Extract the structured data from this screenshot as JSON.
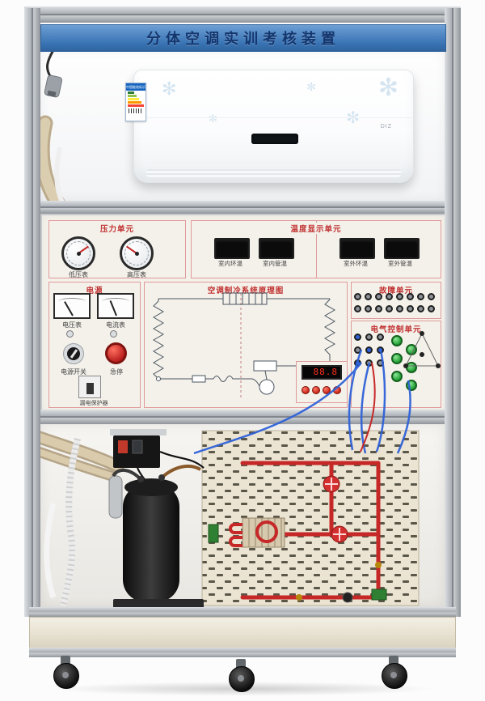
{
  "banner": {
    "title": "分体空调实训考核装置"
  },
  "ac_unit": {
    "brand_text": "DIZ",
    "energy_label_title": "中国能效标识"
  },
  "pressure_unit": {
    "title": "压力单元",
    "gauges": [
      {
        "label": "低压表"
      },
      {
        "label": "高压表"
      }
    ]
  },
  "temperature_unit": {
    "title": "温度显示单元",
    "displays": [
      {
        "label": "室内环温"
      },
      {
        "label": "室内管温"
      },
      {
        "label": "室外环温"
      },
      {
        "label": "室外管温"
      }
    ]
  },
  "power_unit": {
    "title": "电源",
    "meters": [
      {
        "label": "电压表"
      },
      {
        "label": "电流表"
      }
    ],
    "switch_label": "电源开关",
    "estop_label": "急停",
    "breaker_label": "漏电保护器"
  },
  "schematic_unit": {
    "title": "空调制冷系统原理图"
  },
  "fault_unit": {
    "title": "故障单元"
  },
  "control_unit": {
    "title": "电气控制单元",
    "display_value": "88.8"
  },
  "colors": {
    "accent_red": "#c03030",
    "banner_blue": "#3a74b4",
    "pipe_red": "#c62828",
    "wire_blue": "#2f62d8"
  }
}
